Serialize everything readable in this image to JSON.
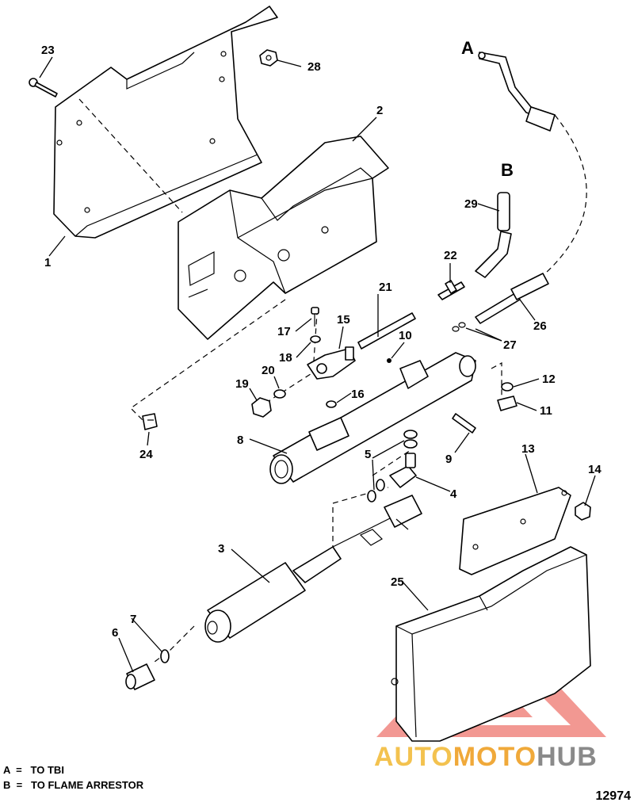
{
  "callouts": {
    "n1": "1",
    "n2": "2",
    "n3": "3",
    "n4": "4",
    "n5": "5",
    "n6": "6",
    "n7": "7",
    "n8": "8",
    "n9": "9",
    "n10": "10",
    "n11": "11",
    "n12": "12",
    "n13": "13",
    "n14": "14",
    "n15": "15",
    "n16": "16",
    "n17": "17",
    "n18": "18",
    "n19": "19",
    "n20": "20",
    "n21": "21",
    "n22": "22",
    "n23": "23",
    "n24": "24",
    "n25": "25",
    "n26": "26",
    "n27": "27",
    "n28": "28",
    "n29": "29"
  },
  "markers": {
    "a": "A",
    "b": "B"
  },
  "legend": {
    "a": "A  =   TO TBI",
    "b": "B  =   TO FLAME ARRESTOR"
  },
  "figure_number": "12974",
  "watermark": {
    "part1": "AUTO",
    "part2": "MOTO",
    "part3": "HUB",
    "colors": {
      "triangle": "#e8443a",
      "auto": "#f3c24f",
      "moto": "#f0a93a",
      "hub": "#8a8a8a"
    }
  }
}
